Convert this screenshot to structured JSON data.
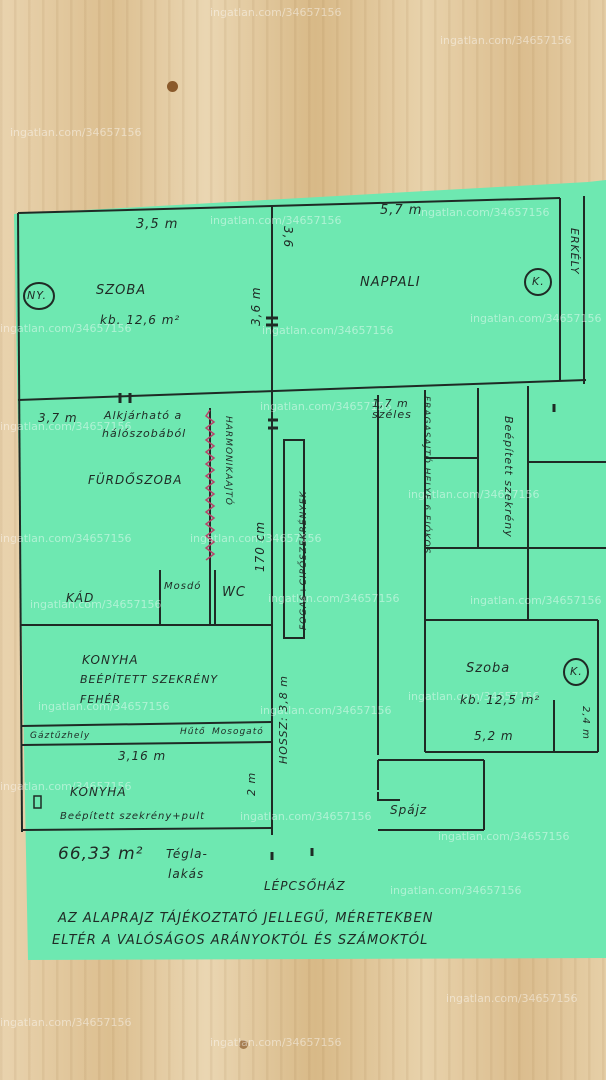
{
  "watermark": "ingatlan.com/34657156",
  "rooms": {
    "szoba1": {
      "name": "SZOBA",
      "area": "kb. 12,6 m²",
      "badge": "NY."
    },
    "nappali": {
      "name": "NAPPALI",
      "badge": "K."
    },
    "erkely": {
      "name": "ERKÉLY"
    },
    "furdoszoba": {
      "name": "FÜRDŐSZOBA",
      "note1": "Alkjárható a",
      "note2": "hálószobából"
    },
    "harmonikaajto": "HARMONIKAAJTÓ",
    "kad": "KÁD",
    "mosdo": "Mosdó",
    "wc": "WC",
    "fogas": "FOGAS+CIPŐSZEKRÉNYEK",
    "konyha1": {
      "name": "KONYHA",
      "line1": "BEÉPÍTETT SZEKRÉNY",
      "line2": "FEHÉR"
    },
    "gaztuzhely": "Gáztűzhely",
    "huto": "Hűtő",
    "mosogato": "Mosogató",
    "konyha2": {
      "name": "KONYHA",
      "line1": "Beépített szekrény+pult"
    },
    "szoba2": {
      "name": "Szoba",
      "area": "kb. 12,5 m²",
      "badge": "K."
    },
    "spajz": "Spájz",
    "fragas": "FRAGASAJTÓ HELYE 6 FIÓKOS",
    "beepitett": "Beépített szekrény",
    "szeles": "1,7 m széles",
    "hossz": "HOSSZ: 3,8 m"
  },
  "dims": {
    "d35": "3,5 m",
    "d57": "5,7 m",
    "d36a": "3,6",
    "d36b": "3,6 m",
    "d37": "3,7 m",
    "d170": "170 cm",
    "d316": "3,16 m",
    "d2m": "2 m",
    "d52": "5,2 m",
    "d24": "2,4 m"
  },
  "footer": {
    "area": "66,33 m²",
    "type1": "Tégla-",
    "type2": "lakás",
    "stairs": "LÉPCSŐHÁZ",
    "disclaimer1": "AZ ALAPRAJZ TÁJÉKOZTATÓ JELLEGŰ, MÉRETEKBEN",
    "disclaimer2": "ELTÉR A VALÓSÁGOS ARÁNYOKTÓL ÉS SZÁMOKTÓL"
  },
  "colors": {
    "paper": "#6ee8b1",
    "ink": "#1f2a25"
  }
}
